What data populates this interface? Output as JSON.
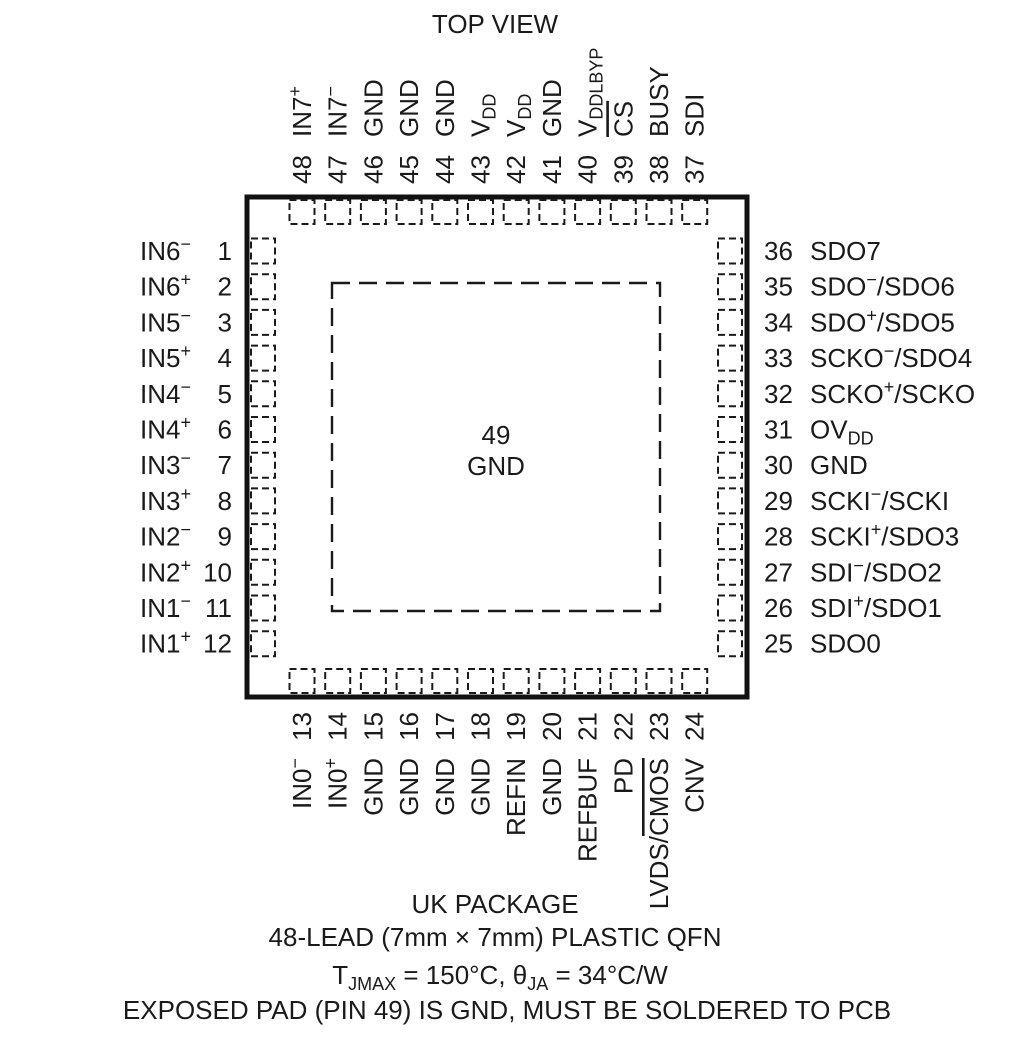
{
  "view_title": "TOP VIEW",
  "center": {
    "number": "49",
    "label": "GND"
  },
  "pins": {
    "left": [
      {
        "num": "1",
        "base": "IN6",
        "sup": "−"
      },
      {
        "num": "2",
        "base": "IN6",
        "sup": "+"
      },
      {
        "num": "3",
        "base": "IN5",
        "sup": "−"
      },
      {
        "num": "4",
        "base": "IN5",
        "sup": "+"
      },
      {
        "num": "5",
        "base": "IN4",
        "sup": "−"
      },
      {
        "num": "6",
        "base": "IN4",
        "sup": "+"
      },
      {
        "num": "7",
        "base": "IN3",
        "sup": "−"
      },
      {
        "num": "8",
        "base": "IN3",
        "sup": "+"
      },
      {
        "num": "9",
        "base": "IN2",
        "sup": "−"
      },
      {
        "num": "10",
        "base": "IN2",
        "sup": "+"
      },
      {
        "num": "11",
        "base": "IN1",
        "sup": "−"
      },
      {
        "num": "12",
        "base": "IN1",
        "sup": "+"
      }
    ],
    "bottom": [
      {
        "num": "13",
        "base": "IN0",
        "sup": "−"
      },
      {
        "num": "14",
        "base": "IN0",
        "sup": "+"
      },
      {
        "num": "15",
        "base": "GND"
      },
      {
        "num": "16",
        "base": "GND"
      },
      {
        "num": "17",
        "base": "GND"
      },
      {
        "num": "18",
        "base": "GND"
      },
      {
        "num": "19",
        "base": "REFIN"
      },
      {
        "num": "20",
        "base": "GND"
      },
      {
        "num": "21",
        "base": "REFBUF"
      },
      {
        "num": "22",
        "base": "PD"
      },
      {
        "num": "23",
        "base": "LVDS/",
        "over": "CMOS"
      },
      {
        "num": "24",
        "base": "CNV"
      }
    ],
    "right": [
      {
        "num": "25",
        "base": "SDO0"
      },
      {
        "num": "26",
        "base": "SDI",
        "sup": "+",
        "rest": "/SDO1"
      },
      {
        "num": "27",
        "base": "SDI",
        "sup": "−",
        "rest": "/SDO2"
      },
      {
        "num": "28",
        "base": "SCKI",
        "sup": "+",
        "rest": "/SDO3"
      },
      {
        "num": "29",
        "base": "SCKI",
        "sup": "−",
        "rest": "/SCKI"
      },
      {
        "num": "30",
        "base": "GND"
      },
      {
        "num": "31",
        "base": "OV",
        "sub": "DD"
      },
      {
        "num": "32",
        "base": "SCKO",
        "sup": "+",
        "rest": "/SCKO"
      },
      {
        "num": "33",
        "base": "SCKO",
        "sup": "−",
        "rest": "/SDO4"
      },
      {
        "num": "34",
        "base": "SDO",
        "sup": "+",
        "rest": "/SDO5"
      },
      {
        "num": "35",
        "base": "SDO",
        "sup": "−",
        "rest": "/SDO6"
      },
      {
        "num": "36",
        "base": "SDO7"
      }
    ],
    "top": [
      {
        "num": "37",
        "base": "SDI"
      },
      {
        "num": "38",
        "base": "BUSY"
      },
      {
        "num": "39",
        "over": "CS"
      },
      {
        "num": "40",
        "base": "V",
        "sub": "DDLBYP"
      },
      {
        "num": "41",
        "base": "GND"
      },
      {
        "num": "42",
        "base": "V",
        "sub": "DD"
      },
      {
        "num": "43",
        "base": "V",
        "sub": "DD"
      },
      {
        "num": "44",
        "base": "GND"
      },
      {
        "num": "45",
        "base": "GND"
      },
      {
        "num": "46",
        "base": "GND"
      },
      {
        "num": "47",
        "base": "IN7",
        "sup": "−"
      },
      {
        "num": "48",
        "base": "IN7",
        "sup": "+"
      }
    ]
  },
  "footer": {
    "package": "UK PACKAGE",
    "lead_prefix": "48-LEAD (7mm ",
    "lead_times": "×",
    "lead_suffix": " 7mm) PLASTIC QFN",
    "thermal": {
      "t": "T",
      "t_sub": "JMAX",
      "t_val": " = 150°C, ",
      "theta": "θ",
      "theta_sub": "JA",
      "theta_val": " = 34°C/W"
    },
    "exposed": "EXPOSED PAD (PIN 49) IS GND, MUST BE SOLDERED TO PCB"
  }
}
